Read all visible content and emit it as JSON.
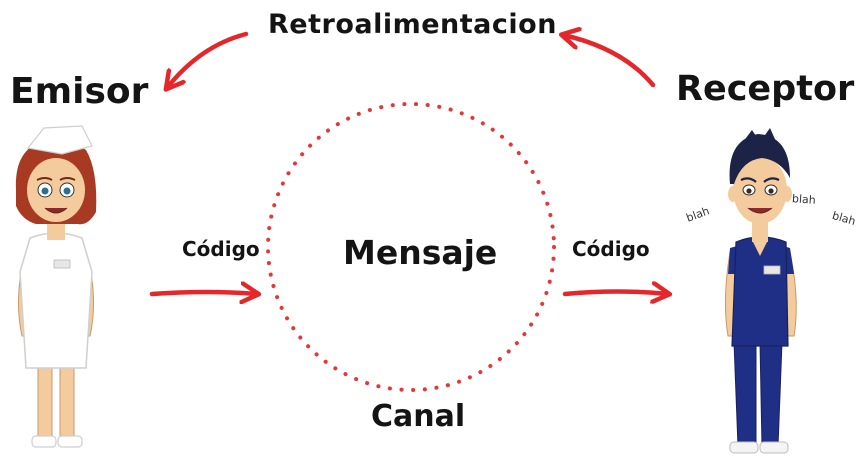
{
  "labels": {
    "feedback": "Retroalimentacion",
    "sender": "Emisor",
    "receiver": "Receptor",
    "message": "Mensaje",
    "channel": "Canal",
    "code_left": "Código",
    "code_right": "Código"
  },
  "speech": [
    "blah",
    "blah",
    "blah"
  ],
  "colors": {
    "arrow": "#e5262b",
    "dots": "#e5363a",
    "text": "#141414",
    "nurse_hair": "#a83a24",
    "nurse_uniform": "#ffffff",
    "doctor_scrubs": "#1f2f86",
    "skin": "#f4cb9c"
  },
  "icons": {
    "sender_figure": "nurse-figure",
    "receiver_figure": "doctor-figure"
  }
}
